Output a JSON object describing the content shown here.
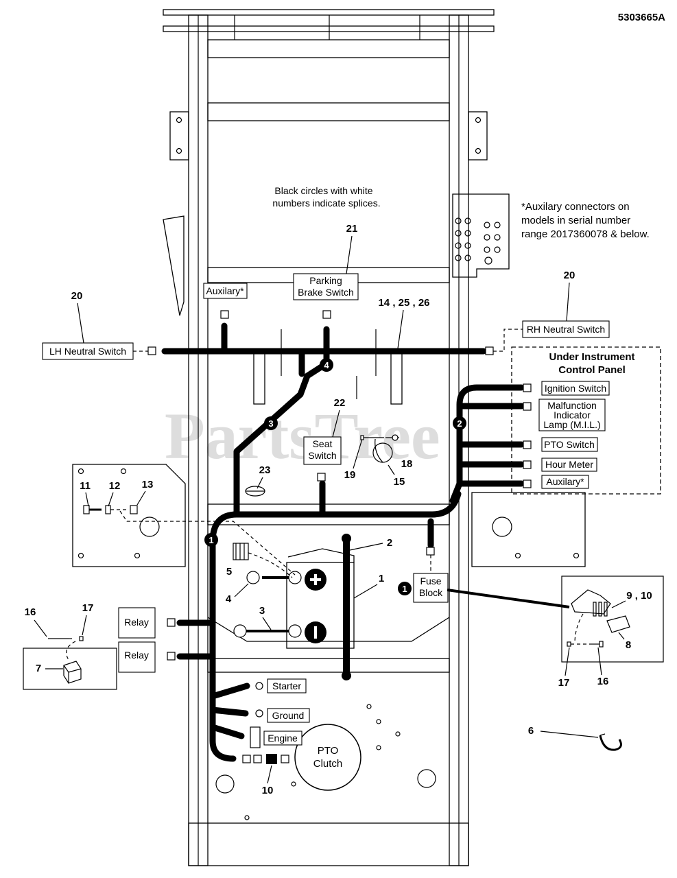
{
  "diagram_id": "5303665A",
  "watermark": "PartsTree",
  "splice_note": [
    "Black circles with white",
    "numbers indicate splices."
  ],
  "aux_note": [
    "*Auxilary connectors on",
    "models in serial number",
    "range 2017360078 & below."
  ],
  "panel_title": [
    "Under Instrument",
    "Control Panel"
  ],
  "labels": {
    "lh_neutral": "LH Neutral Switch",
    "rh_neutral": "RH Neutral Switch",
    "auxilary_top": "Auxilary*",
    "parking_brake": [
      "Parking",
      "Brake Switch"
    ],
    "seat_switch": [
      "Seat",
      "Switch"
    ],
    "fuse_block": [
      "Fuse",
      "Block"
    ],
    "relay_1": "Relay",
    "relay_2": "Relay",
    "starter": "Starter",
    "ground": "Ground",
    "engine": "Engine",
    "pto_clutch": [
      "PTO",
      "Clutch"
    ],
    "ignition": "Ignition Switch",
    "mil": [
      "Malfunction",
      "Indicator",
      "Lamp (M.I.L.)"
    ],
    "pto_switch": "PTO Switch",
    "hour_meter": "Hour Meter",
    "auxilary_panel": "Auxilary*"
  },
  "callouts": {
    "c1": "1",
    "c2": "2",
    "c3": "3",
    "c4": "4",
    "c5": "5",
    "c6": "6",
    "c7": "7",
    "c8": "8",
    "c9_10": "9 , 10",
    "c10": "10",
    "c11": "11",
    "c12": "12",
    "c13": "13",
    "c14_25_26": "14 , 25 , 26",
    "c15": "15",
    "c16a": "16",
    "c16b": "16",
    "c17a": "17",
    "c17b": "17",
    "c18": "18",
    "c19": "19",
    "c20a": "20",
    "c20b": "20",
    "c21": "21",
    "c22": "22",
    "c23": "23"
  },
  "splices": {
    "s1": "1",
    "s2": "2",
    "s3": "3",
    "s4": "4",
    "s_fuse": "1"
  }
}
